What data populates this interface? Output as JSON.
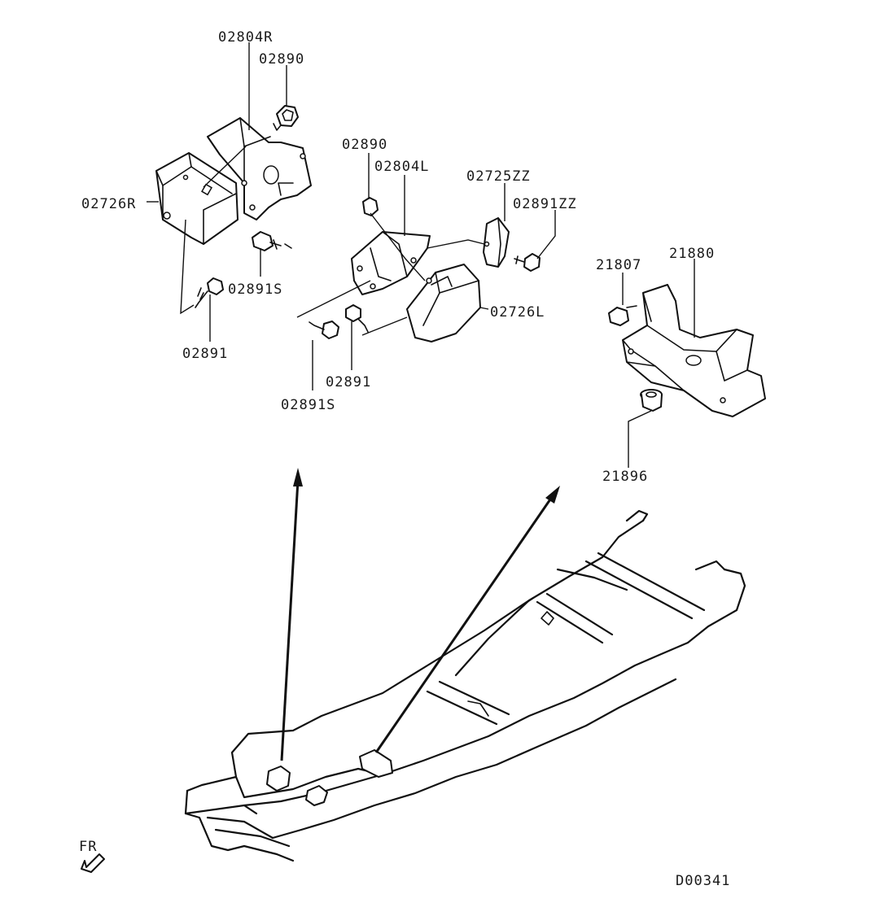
{
  "diagram_id": "D00341",
  "orientation": "FR",
  "part_labels": [
    "02804R",
    "02890",
    "02726R",
    "02891S",
    "02891",
    "02890",
    "02804L",
    "02725ZZ",
    "02891ZZ",
    "02726L",
    "02891",
    "02891S",
    "21807",
    "21880",
    "21896"
  ]
}
